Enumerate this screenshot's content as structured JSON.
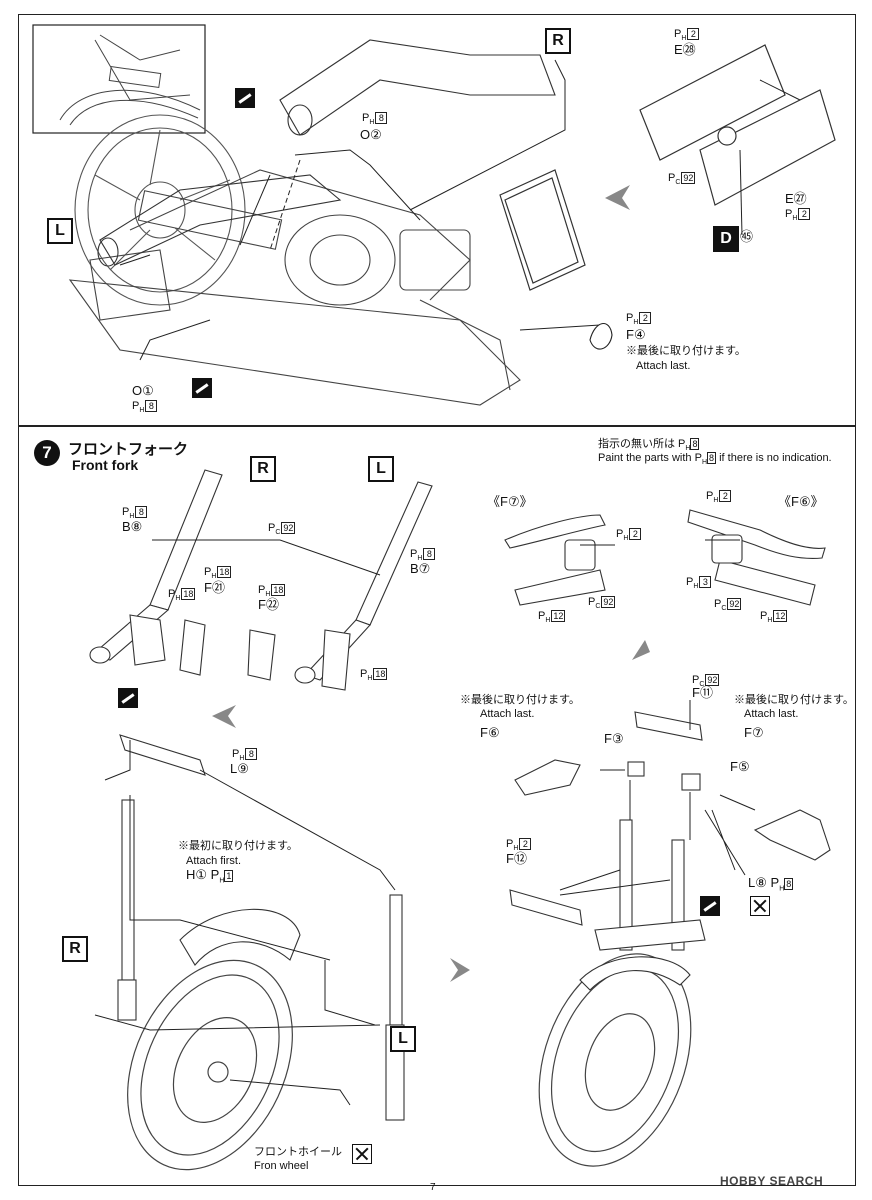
{
  "top_panel": {
    "tags": {
      "left": "L",
      "right": "R",
      "decal": "D"
    },
    "muffler_right_pc": {
      "code": "8"
    },
    "muffler_right_part": "O②",
    "muffler_left_part": "O①",
    "muffler_left_pc": {
      "code": "8"
    },
    "radiator_upper_pc": {
      "code": "2"
    },
    "radiator_upper_part": "E㉘",
    "radiator_lower_part": "E㉗",
    "radiator_lower_pc": {
      "code": "2"
    },
    "radiator_cap_pc": {
      "code": "92"
    },
    "decal_number": "㊺",
    "cap_pc": {
      "code": "2"
    },
    "cap_part": "F④",
    "cap_note_jp": "※最後に取り付けます。",
    "cap_note_en": "Attach last."
  },
  "step": {
    "number": "7",
    "title_jp": "フロントフォーク",
    "title_en": "Front fork"
  },
  "fork_panel": {
    "tags": {
      "right": "R",
      "left": "L"
    },
    "default_note_jp_pre": "指示の無い所は",
    "default_note_jp_code": "8",
    "default_note_en_pre": "Paint the parts with",
    "default_note_en_code": "8",
    "default_note_en_post": "if there is no indication.",
    "fork_r_pc": {
      "code": "8"
    },
    "fork_r_part": "B⑧",
    "fork_pc92": {
      "code": "92"
    },
    "fork_l_pc": {
      "code": "8"
    },
    "fork_l_part": "B⑦",
    "caliper_r_pc": {
      "code": "18"
    },
    "pad_r_pc": {
      "code": "18"
    },
    "pad_r_part": "F㉑",
    "pad_l_pc": {
      "code": "18"
    },
    "pad_l_part": "F㉒",
    "caliper_l_pc": {
      "code": "18"
    },
    "bracket_pc": {
      "code": "8"
    },
    "bracket_part": "L⑨",
    "fender_note_jp": "※最初に取り付けます。",
    "fender_note_en": "Attach first.",
    "fender_part": "H①",
    "fender_pc": {
      "code": "1"
    },
    "wheel_jp": "フロントホイール",
    "wheel_en": "Fron wheel",
    "lever_f7_title": "《F⑦》",
    "lever_f6_title": "《F⑥》",
    "lever_f7_pc_top": {
      "code": "2"
    },
    "lever_f7_pc_grip": {
      "code": "12"
    },
    "lever_f7_pc_mid": {
      "code": "92"
    },
    "lever_f6_pc_top": {
      "code": "2"
    },
    "lever_f6_pc_left": {
      "code": "3"
    },
    "lever_f6_pc_mid": {
      "code": "92"
    },
    "lever_f6_pc_grip": {
      "code": "12"
    },
    "top_pc": {
      "code": "92"
    },
    "top_part": "F⑪",
    "left_note_jp": "※最後に取り付けます。",
    "left_note_en": "Attach last.",
    "left_part": "F⑥",
    "mid_part": "F③",
    "right_note_jp": "※最後に取り付けます。",
    "right_note_en": "Attach last.",
    "right_part": "F⑦",
    "right_mid_part": "F⑤",
    "lower_pc": {
      "code": "2"
    },
    "lower_part": "F⑫",
    "l8_part": "L⑧",
    "l8_pc": {
      "code": "8"
    }
  },
  "footer": {
    "page_number": "7",
    "watermark": "HOBBY SEARCH"
  }
}
